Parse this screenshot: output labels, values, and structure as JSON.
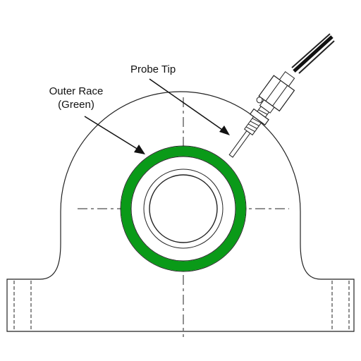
{
  "labels": {
    "probe_tip": "Probe Tip",
    "outer_race_line1": "Outer Race",
    "outer_race_line2": "(Green)"
  },
  "colors": {
    "outer_race": "#0a9a18",
    "line": "#222222",
    "background": "#ffffff"
  }
}
